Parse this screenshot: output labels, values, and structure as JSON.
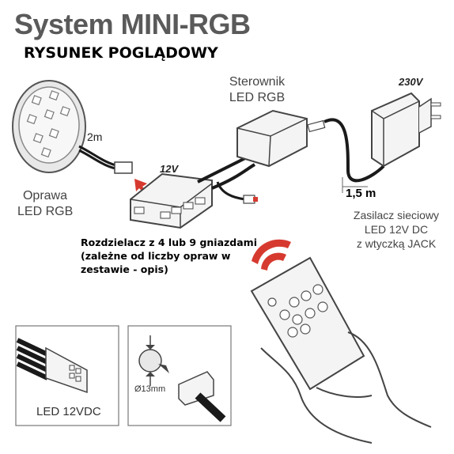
{
  "header": {
    "title": "System MINI-RGB",
    "subtitle": "RYSUNEK POGLĄDOWY"
  },
  "fixture": {
    "label_line1": "Oprawa",
    "label_line2": "LED RGB",
    "cable_length": "2m"
  },
  "controller": {
    "label_line1": "Sterownik",
    "label_line2": "LED RGB"
  },
  "splitter": {
    "voltage": "12V",
    "desc_line1": "Rozdzielacz z 4 lub 9 gniazdami",
    "desc_line2": "(zależne od liczby opraw w",
    "desc_line3": "zestawie - opis)"
  },
  "power_supply": {
    "voltage": "230V",
    "cable_length": "1,5 m",
    "label_line1": "Zasilacz sieciowy",
    "label_line2": "LED 12V DC",
    "label_line3": "z wtyczką JACK"
  },
  "detail_left": {
    "label": "LED 12VDC"
  },
  "detail_right": {
    "hole": "Ø13mm"
  },
  "colors": {
    "red_accent": "#d63a2f",
    "outline": "#444444",
    "light_fill": "#f0f0f0",
    "cable": "#1a1a1a"
  }
}
